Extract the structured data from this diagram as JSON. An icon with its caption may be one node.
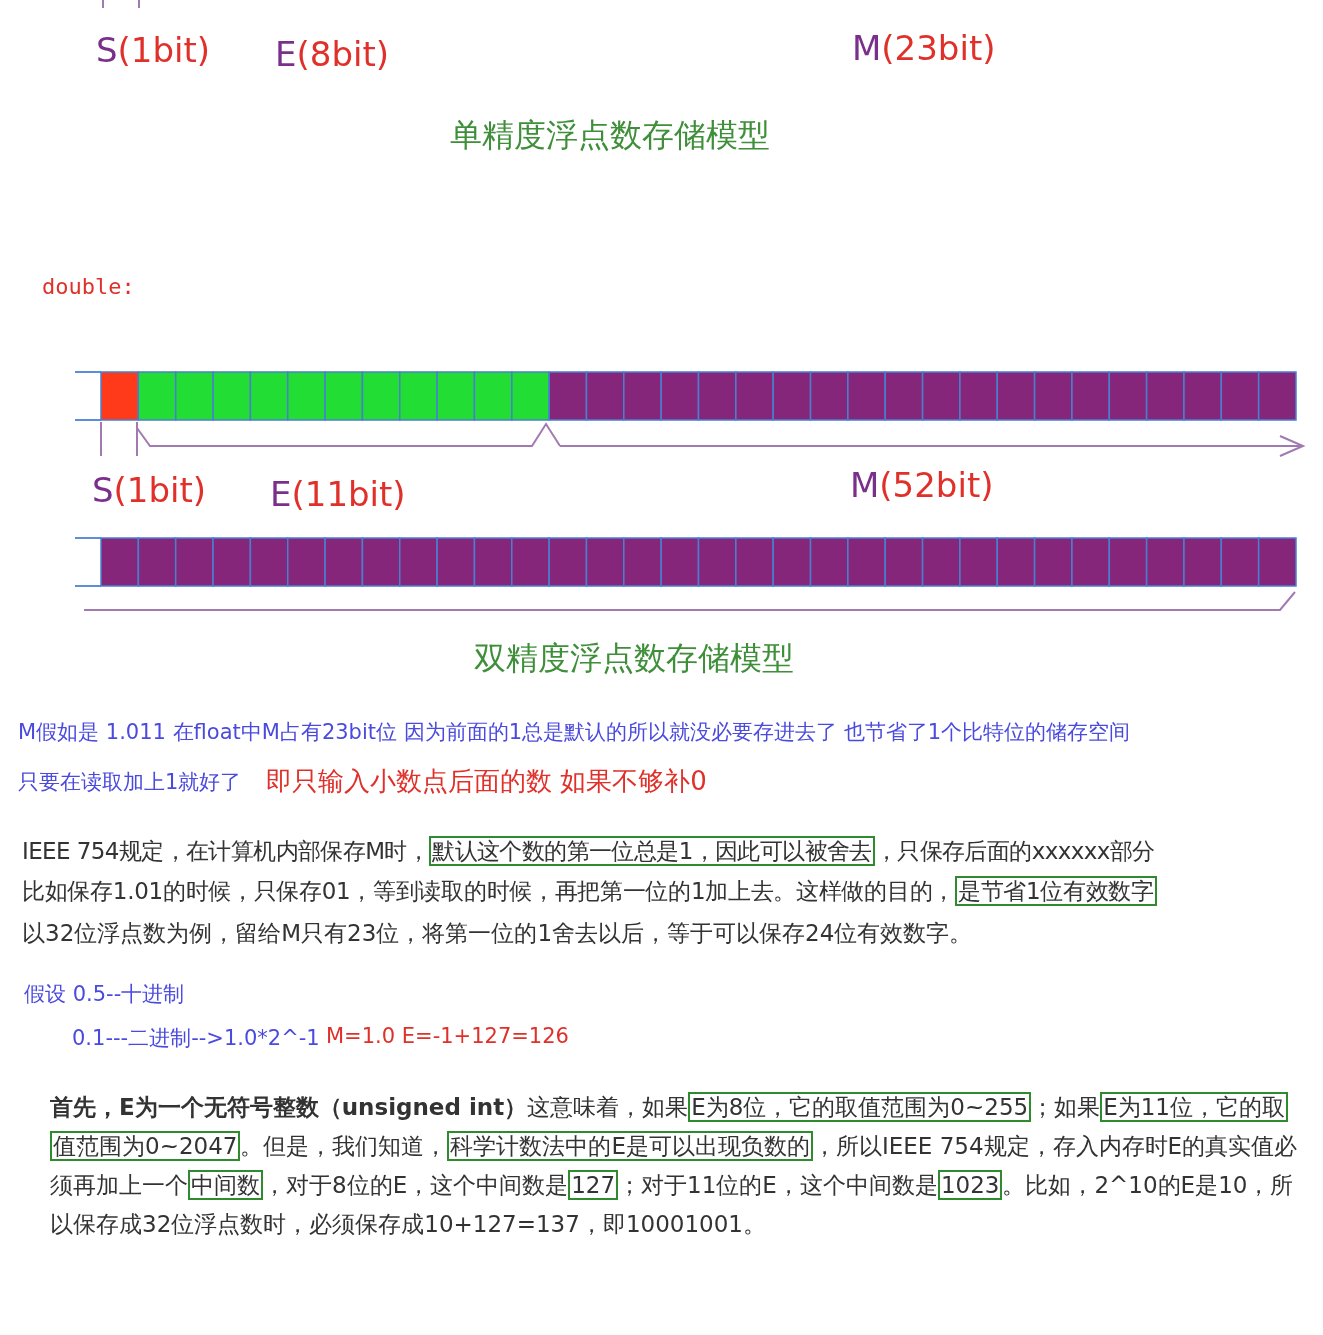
{
  "diagram": {
    "labels": [
      "S(1bit)",
      "E(8bit)",
      "M(23bit)",
      "单精度浮点数存储模型",
      "double:",
      "S(1bit)",
      "E(11bit)",
      "M(52bit)",
      "双精度浮点数存储模型",
      "M假如是  1.011  在float中M占有23bit位 因为前面的1总是默认的所以就没必要存进去了  也节省了1个比特位的储存空间",
      "只要在读取加上1就好了",
      "即只输入小数点后面的数 如果不够补0",
      "IEEE 754规定，在计算机内部保存M时，默认这个数的第一位总是1，因此可以被舍去，只保存后面的xxxxxx部分",
      "比如保存1.01的时候，只保存01，等到读取的时候，再把第一位的1加上去。这样做的目的，是节省1位有效数字",
      "以32位浮点数为例，留给M只有23位，将第一位的1舍去以后，等于可以保存24位有效数字。",
      "假设 0.5--十进制",
      "0.1---二进制-->1.0*2^-1",
      "M=1.0 E=-1+127=126",
      "**首先，E为一个无符号整数（unsigned int）**这意味着，如果E为8位，它的取值范围为0~255；如果E为11位，它的取值范围为0~2047。但是，我们知道，科学计数法中的E是可以出现负数的，所以IEEE 754规定，存入内存时E的真实值必须再加上一个中间数，对于8位的E，这个中间数是127；对于11位的E，这个中间数是1023。比如，2^10的E是10，所以保存成32位浮点数时，必须保存成10+127=137，即10001001。"
    ]
  }
}
